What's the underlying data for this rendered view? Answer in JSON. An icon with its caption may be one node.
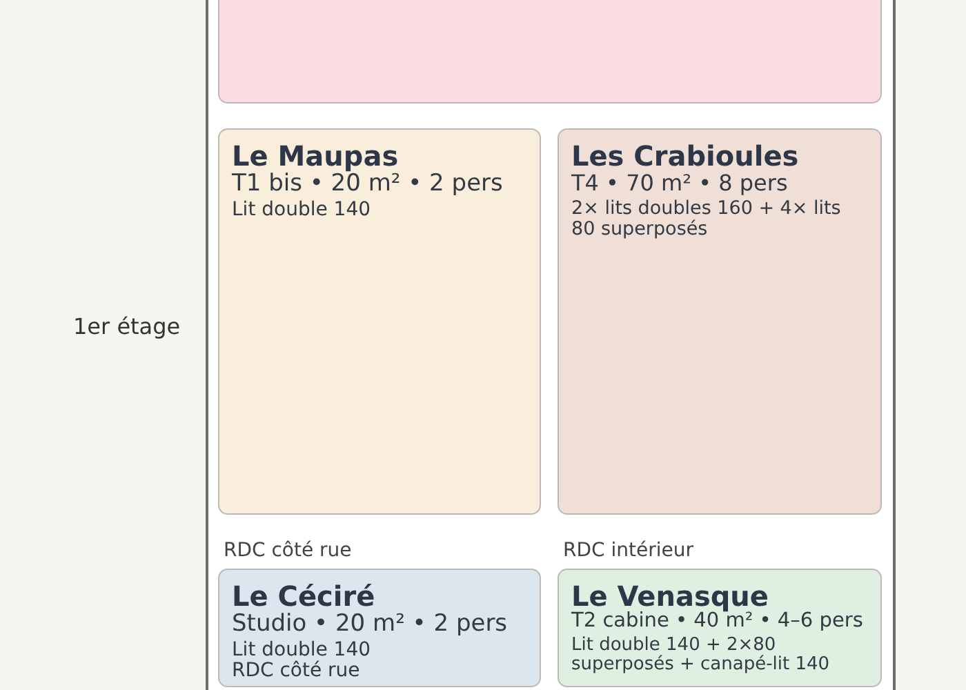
{
  "diagram": {
    "nodes": [
      {
        "text": [],
        "shape": "box"
      },
      {
        "text": [
          "Le Maupas",
          "T1 bis • 20 m² • 2 pers",
          "Lit double 140"
        ]
      },
      {
        "text": [
          "Les Crabioules",
          "T4 • 70 m² • 8 pers",
          "2× lits doubles 160 + 4× lits 80 superposés"
        ]
      },
      {
        "text": [
          "Le Céciré",
          "Studio • 20 m² • 2 pers",
          "Lit double 140",
          "RDC côté rue"
        ],
        "beside": [
          "RDC côté rue"
        ]
      },
      {
        "text": [
          "Le Venasque",
          "T2 cabine • 40 m² • 4–6 pers",
          "Lit double 140 + 2×80 superposés + canapé-lit 140"
        ],
        "beside": [
          "RDC intérieur"
        ]
      }
    ],
    "labels": [
      "1er étage"
    ]
  }
}
